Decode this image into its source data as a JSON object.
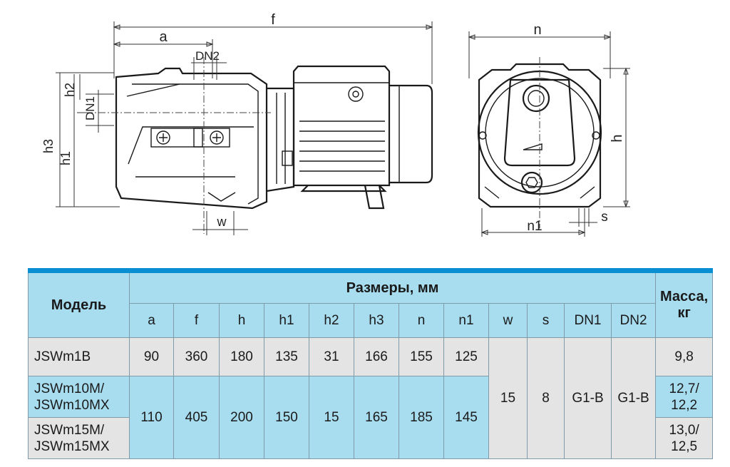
{
  "drawing": {
    "side_view": {
      "labels": {
        "f": "f",
        "a": "a",
        "dn2": "DN2",
        "dn1": "DN1",
        "h2": "h2",
        "h3": "h3",
        "h1": "h1",
        "w": "w"
      }
    },
    "front_view": {
      "labels": {
        "n": "n",
        "h": "h",
        "n1": "n1",
        "s": "s"
      }
    }
  },
  "table": {
    "model_header": "Модель",
    "dims_header": "Размеры, мм",
    "mass_header": "Масса, кг",
    "columns": [
      "a",
      "f",
      "h",
      "h1",
      "h2",
      "h3",
      "n",
      "n1",
      "w",
      "s",
      "DN1",
      "DN2"
    ],
    "rows": [
      {
        "model": [
          "JSWm1B"
        ],
        "values": [
          "90",
          "360",
          "180",
          "135",
          "31",
          "166",
          "155",
          "125"
        ],
        "mass": [
          "9,8"
        ]
      },
      {
        "model": [
          "JSWm10M/",
          "JSWm10MX"
        ],
        "mass": [
          "12,7/",
          "12,2"
        ]
      },
      {
        "model": [
          "JSWm15M/",
          "JSWm15MX"
        ],
        "mass": [
          "13,0/",
          "12,5"
        ]
      }
    ],
    "shared_values": [
      "110",
      "405",
      "200",
      "150",
      "15",
      "165",
      "185",
      "145"
    ],
    "common_values": {
      "w": "15",
      "s": "8",
      "dn1": "G1-B",
      "dn2": "G1-B"
    }
  }
}
